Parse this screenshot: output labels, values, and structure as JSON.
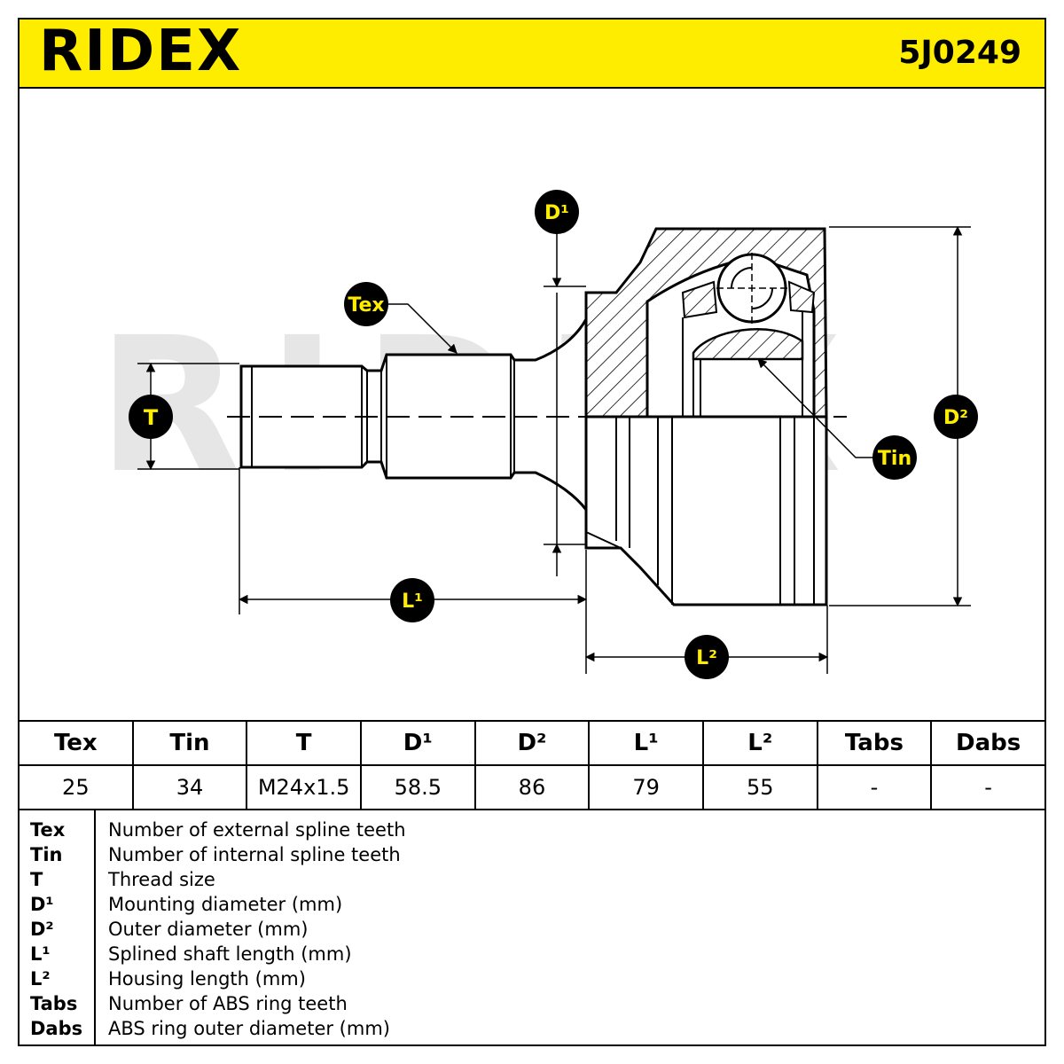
{
  "header": {
    "brand": "RIDEX",
    "part_number": "5J0249",
    "background_color": "#ffed00"
  },
  "drawing": {
    "watermark": "RIDEX",
    "labels": {
      "tex": "Tex",
      "tin": "Tin",
      "t": "T",
      "d1": "D¹",
      "d2": "D²",
      "l1": "L¹",
      "l2": "L²"
    },
    "badge_color": "#000000",
    "badge_text_color": "#ffed00"
  },
  "spec_table": {
    "headers": [
      "Tex",
      "Tin",
      "T",
      "D¹",
      "D²",
      "L¹",
      "L²",
      "Tabs",
      "Dabs"
    ],
    "values": [
      "25",
      "34",
      "M24x1.5",
      "58.5",
      "86",
      "79",
      "55",
      "-",
      "-"
    ]
  },
  "legend": [
    {
      "key": "Tex",
      "desc": "Number of external spline teeth"
    },
    {
      "key": "Tin",
      "desc": "Number of internal spline teeth"
    },
    {
      "key": "T",
      "desc": "Thread size"
    },
    {
      "key": "D¹",
      "desc": "Mounting diameter (mm)"
    },
    {
      "key": "D²",
      "desc": "Outer diameter (mm)"
    },
    {
      "key": "L¹",
      "desc": "Splined shaft length (mm)"
    },
    {
      "key": "L²",
      "desc": "Housing length (mm)"
    },
    {
      "key": "Tabs",
      "desc": "Number of ABS ring teeth"
    },
    {
      "key": "Dabs",
      "desc": "ABS ring outer diameter (mm)"
    }
  ]
}
